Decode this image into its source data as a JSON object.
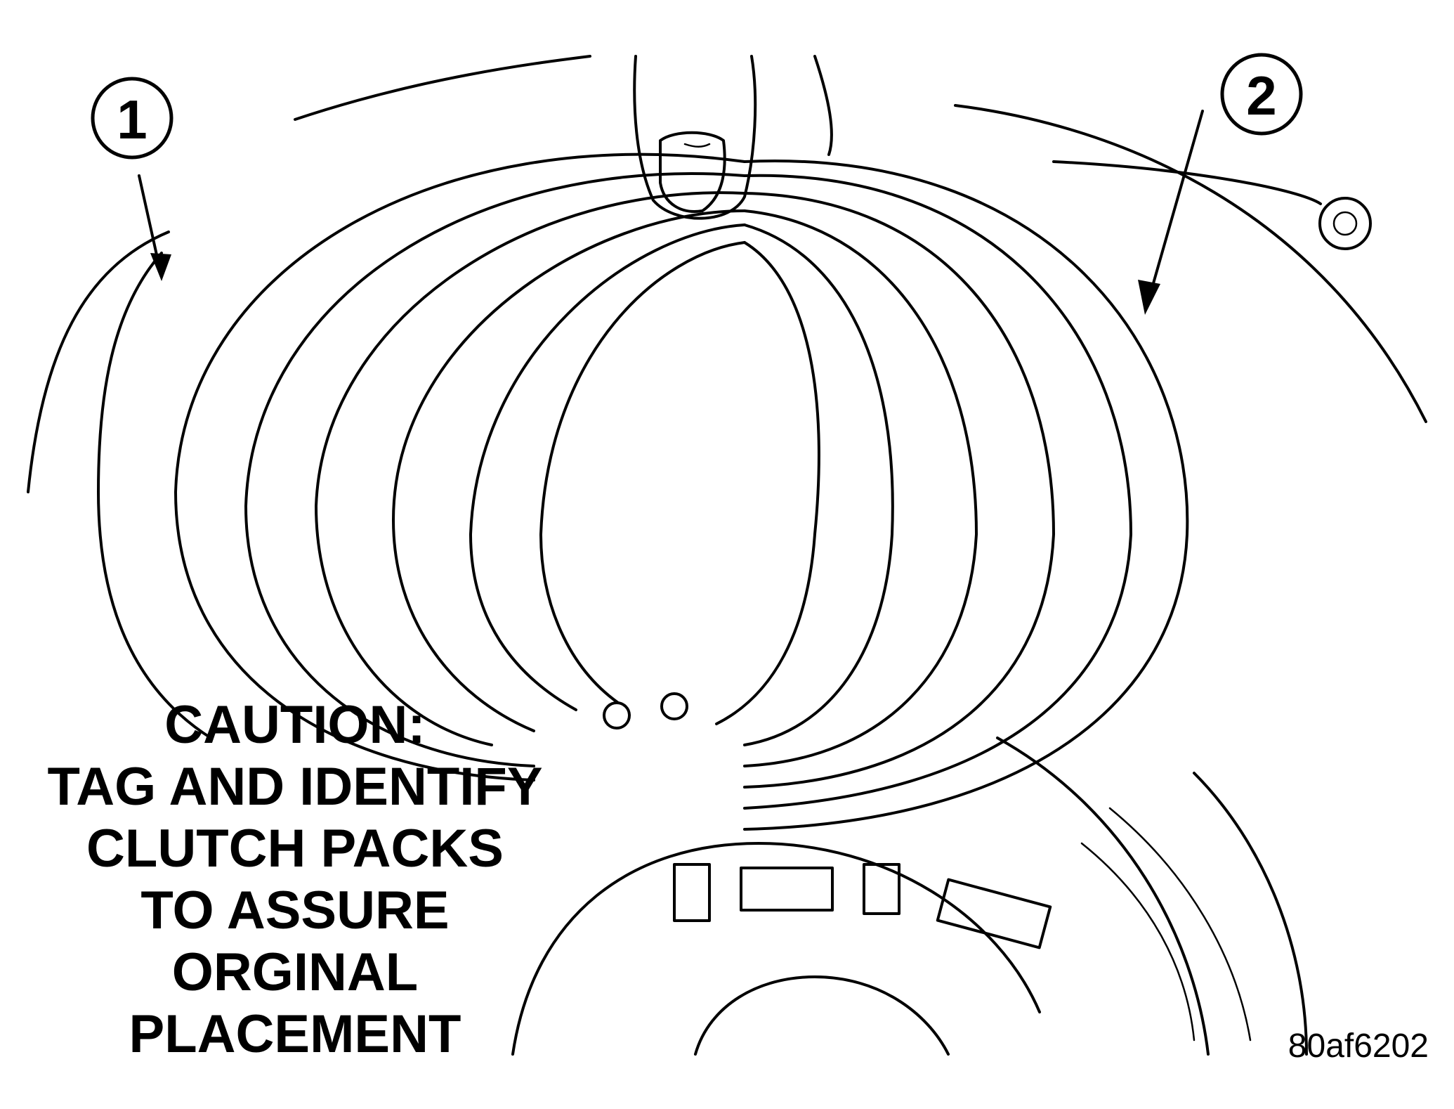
{
  "callouts": [
    {
      "id": "1",
      "label": "1"
    },
    {
      "id": "2",
      "label": "2"
    }
  ],
  "caution_lines": [
    "CAUTION:",
    "TAG AND IDENTIFY",
    "CLUTCH PACKS",
    "TO ASSURE",
    "ORGINAL",
    "PLACEMENT"
  ],
  "figure_id": "80af6202"
}
